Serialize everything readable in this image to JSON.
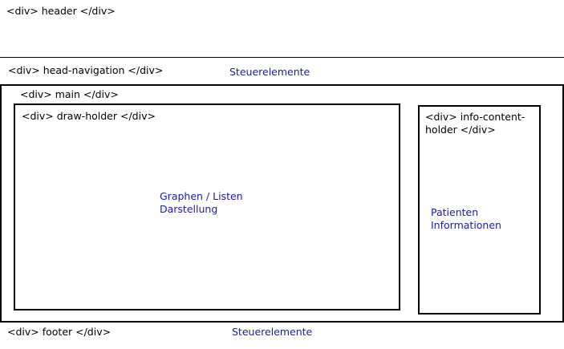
{
  "header": {
    "label": "<div> header </div>"
  },
  "head_navigation": {
    "label": "<div> head-navigation </div>",
    "note": "Steuerelemente"
  },
  "main": {
    "label": "<div> main </div>"
  },
  "draw_holder": {
    "label": "<div> draw-holder </div>",
    "note_line1": "Graphen / Listen",
    "note_line2": "Darstellung"
  },
  "info_content_holder": {
    "label_line1": "<div> info-content-",
    "label_line2": "holder </div>",
    "note_line1": "Patienten",
    "note_line2": "Informationen"
  },
  "footer": {
    "label": "<div> footer </div>",
    "note": "Steuerelemente"
  },
  "colors": {
    "border": "#000000",
    "annotation": "#1a1aa6",
    "background": "#ffffff"
  }
}
